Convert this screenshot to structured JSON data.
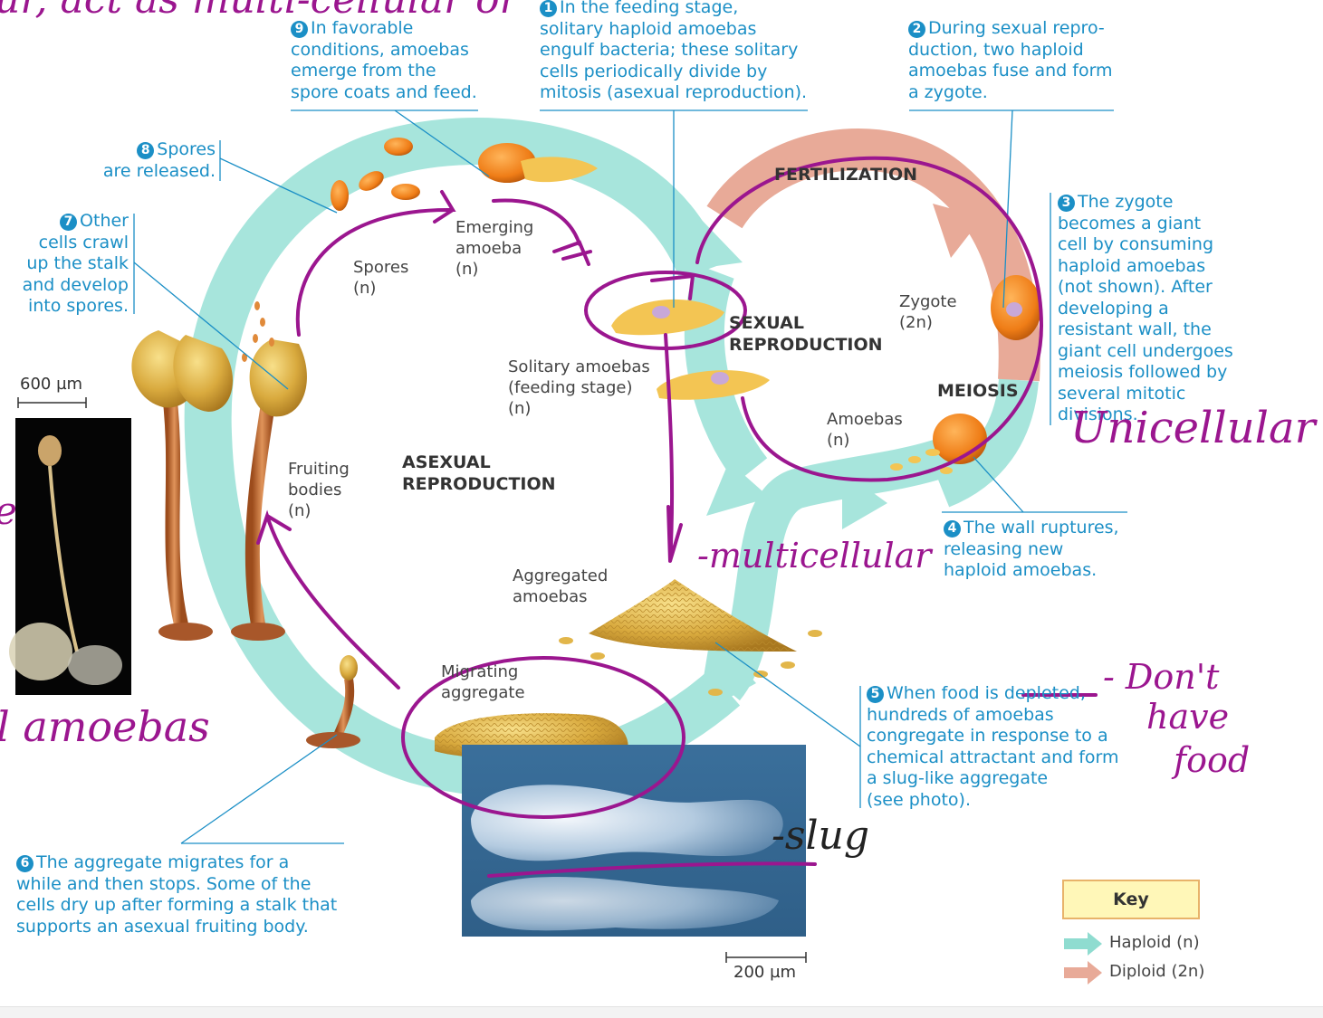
{
  "captions": {
    "c1": {
      "num": "1",
      "lines": [
        "In the feeding stage,",
        "solitary haploid amoebas",
        "engulf bacteria; these solitary",
        "cells periodically divide by",
        "mitosis (asexual reproduction)."
      ]
    },
    "c2": {
      "num": "2",
      "lines": [
        "During sexual repro-",
        "duction, two haploid",
        "amoebas fuse and form",
        "a zygote."
      ]
    },
    "c3": {
      "num": "3",
      "lines": [
        "The zygote",
        "becomes a giant",
        "cell by consuming",
        "haploid amoebas",
        "(not shown). After",
        "developing a",
        "resistant wall, the",
        "giant cell undergoes",
        "meiosis followed by",
        "several mitotic",
        "divisions."
      ]
    },
    "c4": {
      "num": "4",
      "lines": [
        "The wall ruptures,",
        "releasing new",
        "haploid amoebas."
      ]
    },
    "c5": {
      "num": "5",
      "lines": [
        "When food is depleted,",
        "hundreds of amoebas",
        "congregate in response to a",
        "chemical attractant and form",
        "a slug-like aggregate",
        "(see photo)."
      ]
    },
    "c6": {
      "num": "6",
      "lines": [
        "The aggregate migrates for a",
        "while and then stops. Some of the",
        "cells dry up after forming a stalk that",
        "supports an asexual fruiting body."
      ]
    },
    "c7": {
      "num": "7",
      "lines": [
        "Other",
        "cells crawl",
        "up the stalk",
        "and develop",
        "into spores."
      ]
    },
    "c8": {
      "num": "8",
      "lines": [
        "Spores",
        "are released."
      ]
    },
    "c9": {
      "num": "9",
      "lines": [
        "In favorable",
        "conditions, amoebas",
        "emerge from the",
        "spore coats and feed."
      ]
    }
  },
  "labels": {
    "emerging": [
      "Emerging",
      "amoeba",
      "(n)"
    ],
    "spores": [
      "Spores",
      "(n)"
    ],
    "solitary": [
      "Solitary amoebas",
      "(feeding stage)",
      "(n)"
    ],
    "fruiting": [
      "Fruiting",
      "bodies",
      "(n)"
    ],
    "aggregated": [
      "Aggregated",
      "amoebas"
    ],
    "migrating": [
      "Migrating",
      "aggregate"
    ],
    "zygote": [
      "Zygote",
      "(2n)"
    ],
    "amoebas": [
      "Amoebas",
      "(n)"
    ]
  },
  "phases": {
    "fertilization": "FERTILIZATION",
    "sexual": [
      "SEXUAL",
      "REPRODUCTION"
    ],
    "asexual": [
      "ASEXUAL",
      "REPRODUCTION"
    ],
    "meiosis": "MEIOSIS"
  },
  "scales": {
    "s600": "600 µm",
    "s200": "200 µm"
  },
  "key": {
    "title": "Key",
    "haploid": "Haploid (n)",
    "diploid": "Diploid (2n)",
    "haploid_color": "#8fdcd0",
    "diploid_color": "#e8aa98"
  },
  "handwriting": {
    "top": "ur, act as multi-cellular or",
    "unicellular": "Unicellular",
    "multicellular": "-multicellular",
    "dont": "- Don't",
    "have": "have",
    "food": "food",
    "slug": "-slug",
    "amoebas_left": "l amoebas",
    "left_e": "e",
    "ink_color": "#9b168f"
  }
}
